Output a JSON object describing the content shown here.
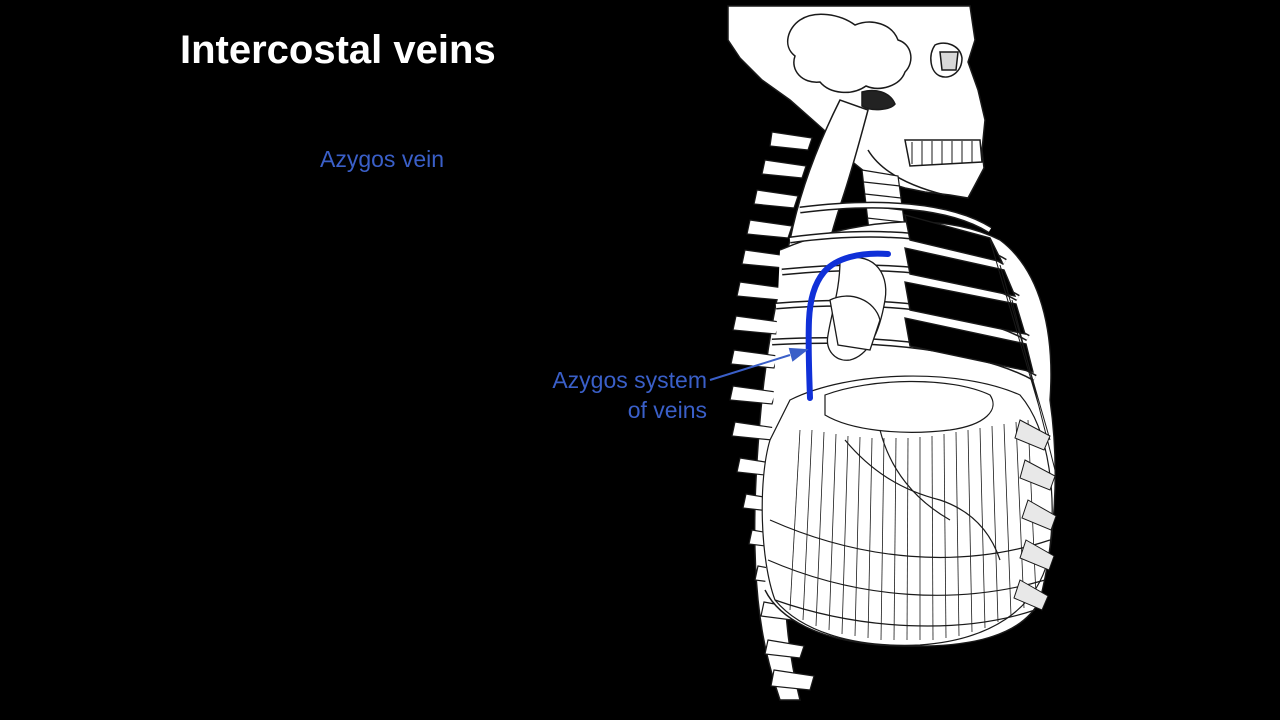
{
  "title": "Intercostal veins",
  "labels": {
    "azygos_vein": "Azygos vein",
    "azygos_system_line1": "Azygos system",
    "azygos_system_line2": "of veins"
  },
  "colors": {
    "background": "#000000",
    "title": "#ffffff",
    "label": "#3a5fc8",
    "highlight_vein": "#1030d8",
    "bone_fill": "#ffffff",
    "bone_stroke": "#1a1a1a"
  }
}
